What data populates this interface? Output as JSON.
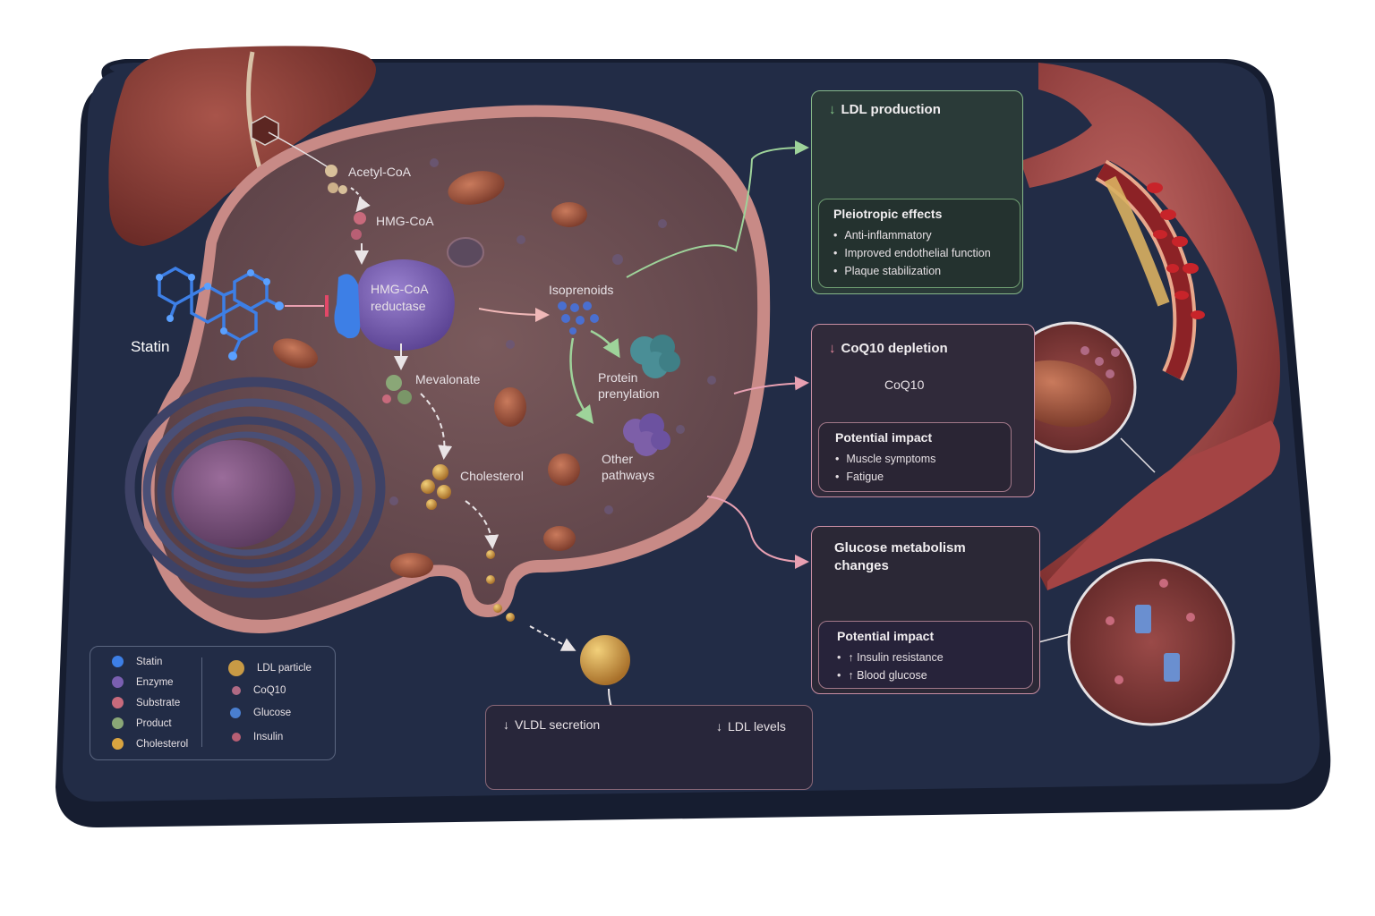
{
  "colors": {
    "board": "#212b45",
    "green_panel_border": "#86b889",
    "pink_panel_border": "#c98ea3",
    "statin_blue": "#3d7fe6",
    "enzyme_purple": "#7a5fb0",
    "substrate_pink": "#c86a7c",
    "product_green": "#8aa777",
    "cholesterol_gold": "#d9a440"
  },
  "cell": {
    "statin_label": "Statin",
    "acetyl_coa": "Acetyl-CoA",
    "hmg_coa": "HMG-CoA",
    "hmg_coa_reductase": [
      "HMG-CoA",
      "reductase"
    ],
    "mevalonate": "Mevalonate",
    "isoprenoids": "Isoprenoids",
    "protein_prenylation": [
      "Protein",
      "prenylation"
    ],
    "other_pathways": [
      "Other",
      "pathways"
    ],
    "cholesterol": "Cholesterol"
  },
  "ldl_production": {
    "title": "LDL production",
    "arrow": "down",
    "pleiotropic": {
      "title": "Pleiotropic effects",
      "items": [
        "Anti-inflammatory",
        "Improved endothelial function",
        "Plaque stabilization"
      ]
    }
  },
  "coq10": {
    "title": "CoQ10 depletion",
    "arrow": "down",
    "label": "CoQ10",
    "impact": {
      "title": "Potential impact",
      "items": [
        "Muscle symptoms",
        "Fatigue"
      ]
    }
  },
  "glucose": {
    "title": [
      "Glucose metabolism",
      "changes"
    ],
    "impact": {
      "title": "Potential impact",
      "items": [
        "Insulin resistance",
        "Blood glucose"
      ],
      "item_arrows": [
        "up",
        "up"
      ]
    }
  },
  "vldl": {
    "left_title": "VLDL secretion",
    "right_title": "LDL levels",
    "arrows": [
      "down",
      "down"
    ]
  },
  "legend": {
    "left": [
      {
        "label": "Statin",
        "color": "#3d7fe6",
        "icon": "statin-dot"
      },
      {
        "label": "Enzyme",
        "color": "#7a5fb0",
        "icon": "enzyme-dot"
      },
      {
        "label": "Substrate",
        "color": "#c86a7c",
        "icon": "substrate-dot"
      },
      {
        "label": "Product",
        "color": "#8aa777",
        "icon": "product-dot"
      },
      {
        "label": "Cholesterol",
        "color": "#d9a440",
        "icon": "cholesterol-dot"
      }
    ],
    "right": [
      {
        "label": "LDL particle",
        "color": "#c89a45",
        "icon": "ldl-particle-dot"
      },
      {
        "label": "CoQ10",
        "color": "#b06a84",
        "icon": "coq10-dot"
      },
      {
        "label": "Glucose",
        "color": "#4a7fd0",
        "icon": "glucose-dot"
      },
      {
        "label": "Insulin",
        "color": "#b85f74",
        "icon": "insulin-dot"
      }
    ]
  }
}
